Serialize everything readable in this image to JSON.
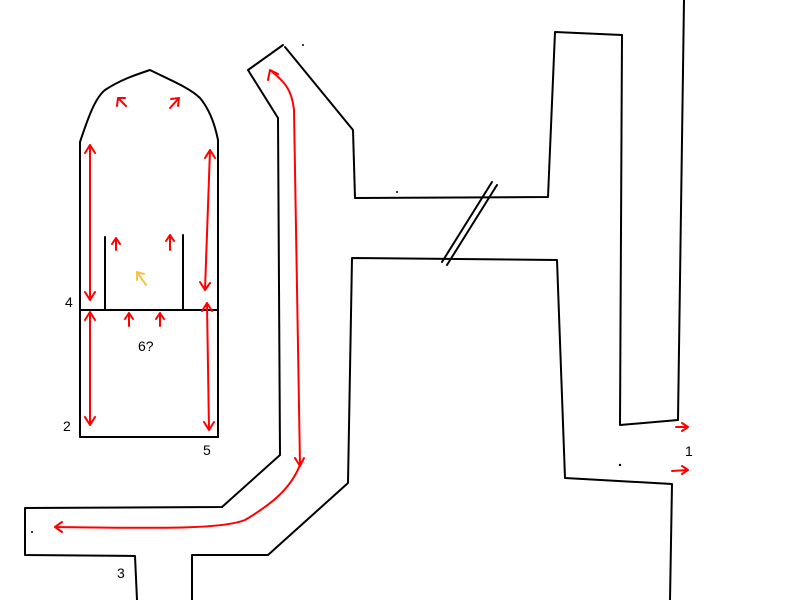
{
  "labels": {
    "one": "1",
    "two": "2",
    "three": "3",
    "four": "4",
    "five": "5",
    "six": "6?"
  },
  "colors": {
    "walls": "#000000",
    "path_arrows": "#ff0000",
    "highlight_arrow": "#f5c542"
  }
}
